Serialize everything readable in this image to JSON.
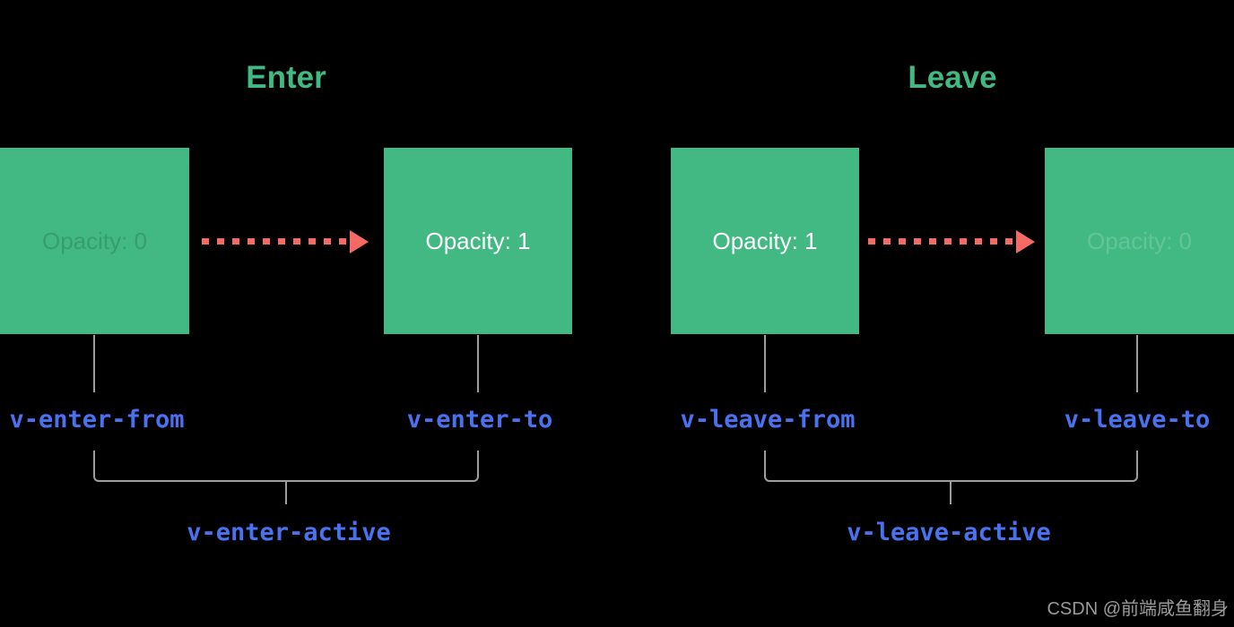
{
  "diagram": {
    "enter": {
      "title": "Enter",
      "from_box_text": "Opacity: 0",
      "to_box_text": "Opacity: 1",
      "from_class": "v-enter-from",
      "to_class": "v-enter-to",
      "active_class": "v-enter-active"
    },
    "leave": {
      "title": "Leave",
      "from_box_text": "Opacity: 1",
      "to_box_text": "Opacity: 0",
      "from_class": "v-leave-from",
      "to_class": "v-leave-to",
      "active_class": "v-leave-active"
    },
    "icons": {
      "arrow": "dashed-arrow-right"
    },
    "colors": {
      "background": "#000000",
      "box_green": "#42b883",
      "title_green": "#42b883",
      "class_blue": "#4a72f0",
      "arrow_red": "#f56a64",
      "connector_gray": "#9e9e9e",
      "watermark_gray": "#9a9a9a"
    }
  },
  "watermark": "CSDN @前端咸鱼翻身"
}
